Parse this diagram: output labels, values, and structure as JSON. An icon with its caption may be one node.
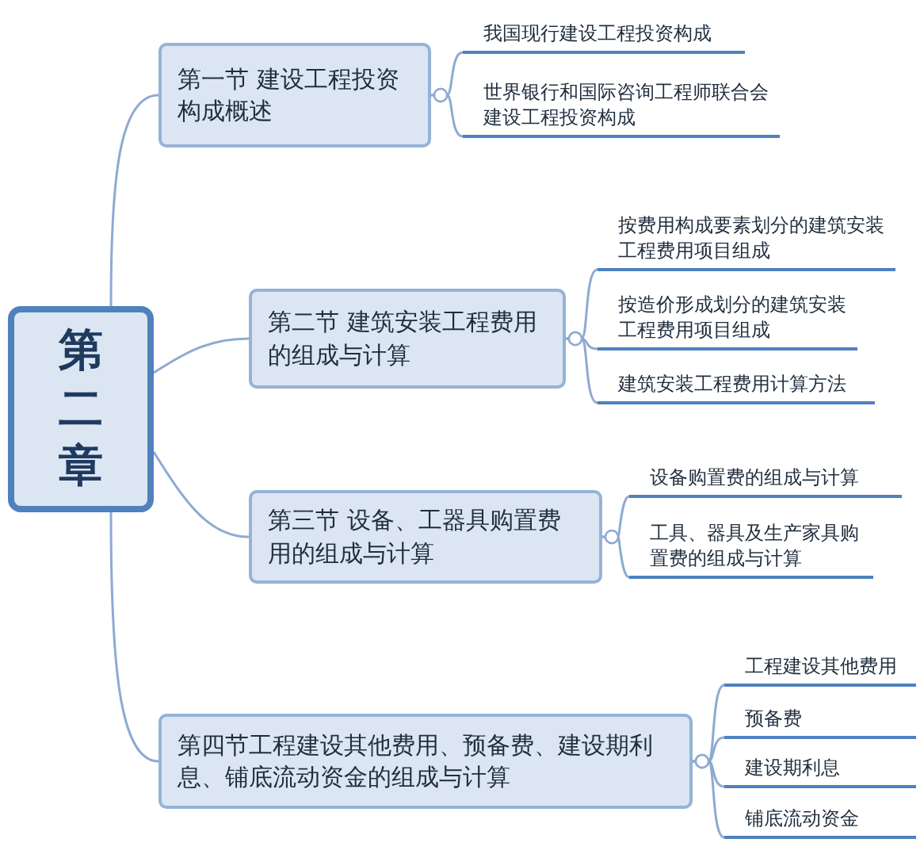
{
  "diagram": {
    "nodes": [
      {
        "text": [
          "第二章"
        ]
      },
      {
        "text": [
          "第一节 建设工程投资构成概述"
        ]
      },
      {
        "text": [
          "我国现行建设工程投资构成"
        ]
      },
      {
        "text": [
          "世界银行和国际咨询工程师联合会建设工程投资构成"
        ]
      },
      {
        "text": [
          "第二节 建筑安装工程费用的组成与计算"
        ]
      },
      {
        "text": [
          "按费用构成要素划分的建筑安装工程费用项目组成"
        ]
      },
      {
        "text": [
          "按造价形成划分的建筑安装工程费用项目组成"
        ]
      },
      {
        "text": [
          "建筑安装工程费用计算方法"
        ]
      },
      {
        "text": [
          "第三节 设备、工器具购置费用的组成与计算"
        ]
      },
      {
        "text": [
          "设备购置费的组成与计算"
        ]
      },
      {
        "text": [
          "工具、器具及生产家具购置费的组成与计算"
        ]
      },
      {
        "text": [
          "第四节工程建设其他费用、预备费、建设期利息、铺底流动资金的组成与计算"
        ]
      },
      {
        "text": [
          "工程建设其他费用"
        ]
      },
      {
        "text": [
          "预备费"
        ]
      },
      {
        "text": [
          "建设期利息"
        ]
      },
      {
        "text": [
          "铺底流动资金"
        ]
      }
    ],
    "edges": [
      {
        "from": 0,
        "to": 1,
        "arrow": "none"
      },
      {
        "from": 0,
        "to": 4,
        "arrow": "none"
      },
      {
        "from": 0,
        "to": 8,
        "arrow": "none"
      },
      {
        "from": 0,
        "to": 11,
        "arrow": "none"
      },
      {
        "from": 1,
        "to": 2,
        "arrow": "other"
      },
      {
        "from": 1,
        "to": 3,
        "arrow": "other"
      },
      {
        "from": 4,
        "to": 5,
        "arrow": "other"
      },
      {
        "from": 4,
        "to": 6,
        "arrow": "other"
      },
      {
        "from": 4,
        "to": 7,
        "arrow": "other"
      },
      {
        "from": 8,
        "to": 9,
        "arrow": "other"
      },
      {
        "from": 8,
        "to": 10,
        "arrow": "other"
      },
      {
        "from": 11,
        "to": 12,
        "arrow": "other"
      },
      {
        "from": 11,
        "to": 13,
        "arrow": "other"
      },
      {
        "from": 11,
        "to": 14,
        "arrow": "other"
      },
      {
        "from": 11,
        "to": 15,
        "arrow": "other"
      }
    ]
  }
}
